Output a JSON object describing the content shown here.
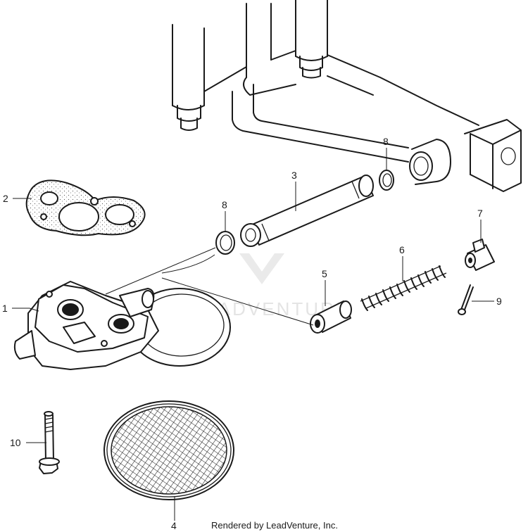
{
  "callouts": {
    "c1": "1",
    "c2": "2",
    "c3": "3",
    "c4": "4",
    "c5": "5",
    "c6": "6",
    "c7": "7",
    "c8a": "8",
    "c8b": "8",
    "c9": "9",
    "c10": "10"
  },
  "watermark": "LEADVENTURE",
  "credit": "Rendered by LeadVenture, Inc."
}
